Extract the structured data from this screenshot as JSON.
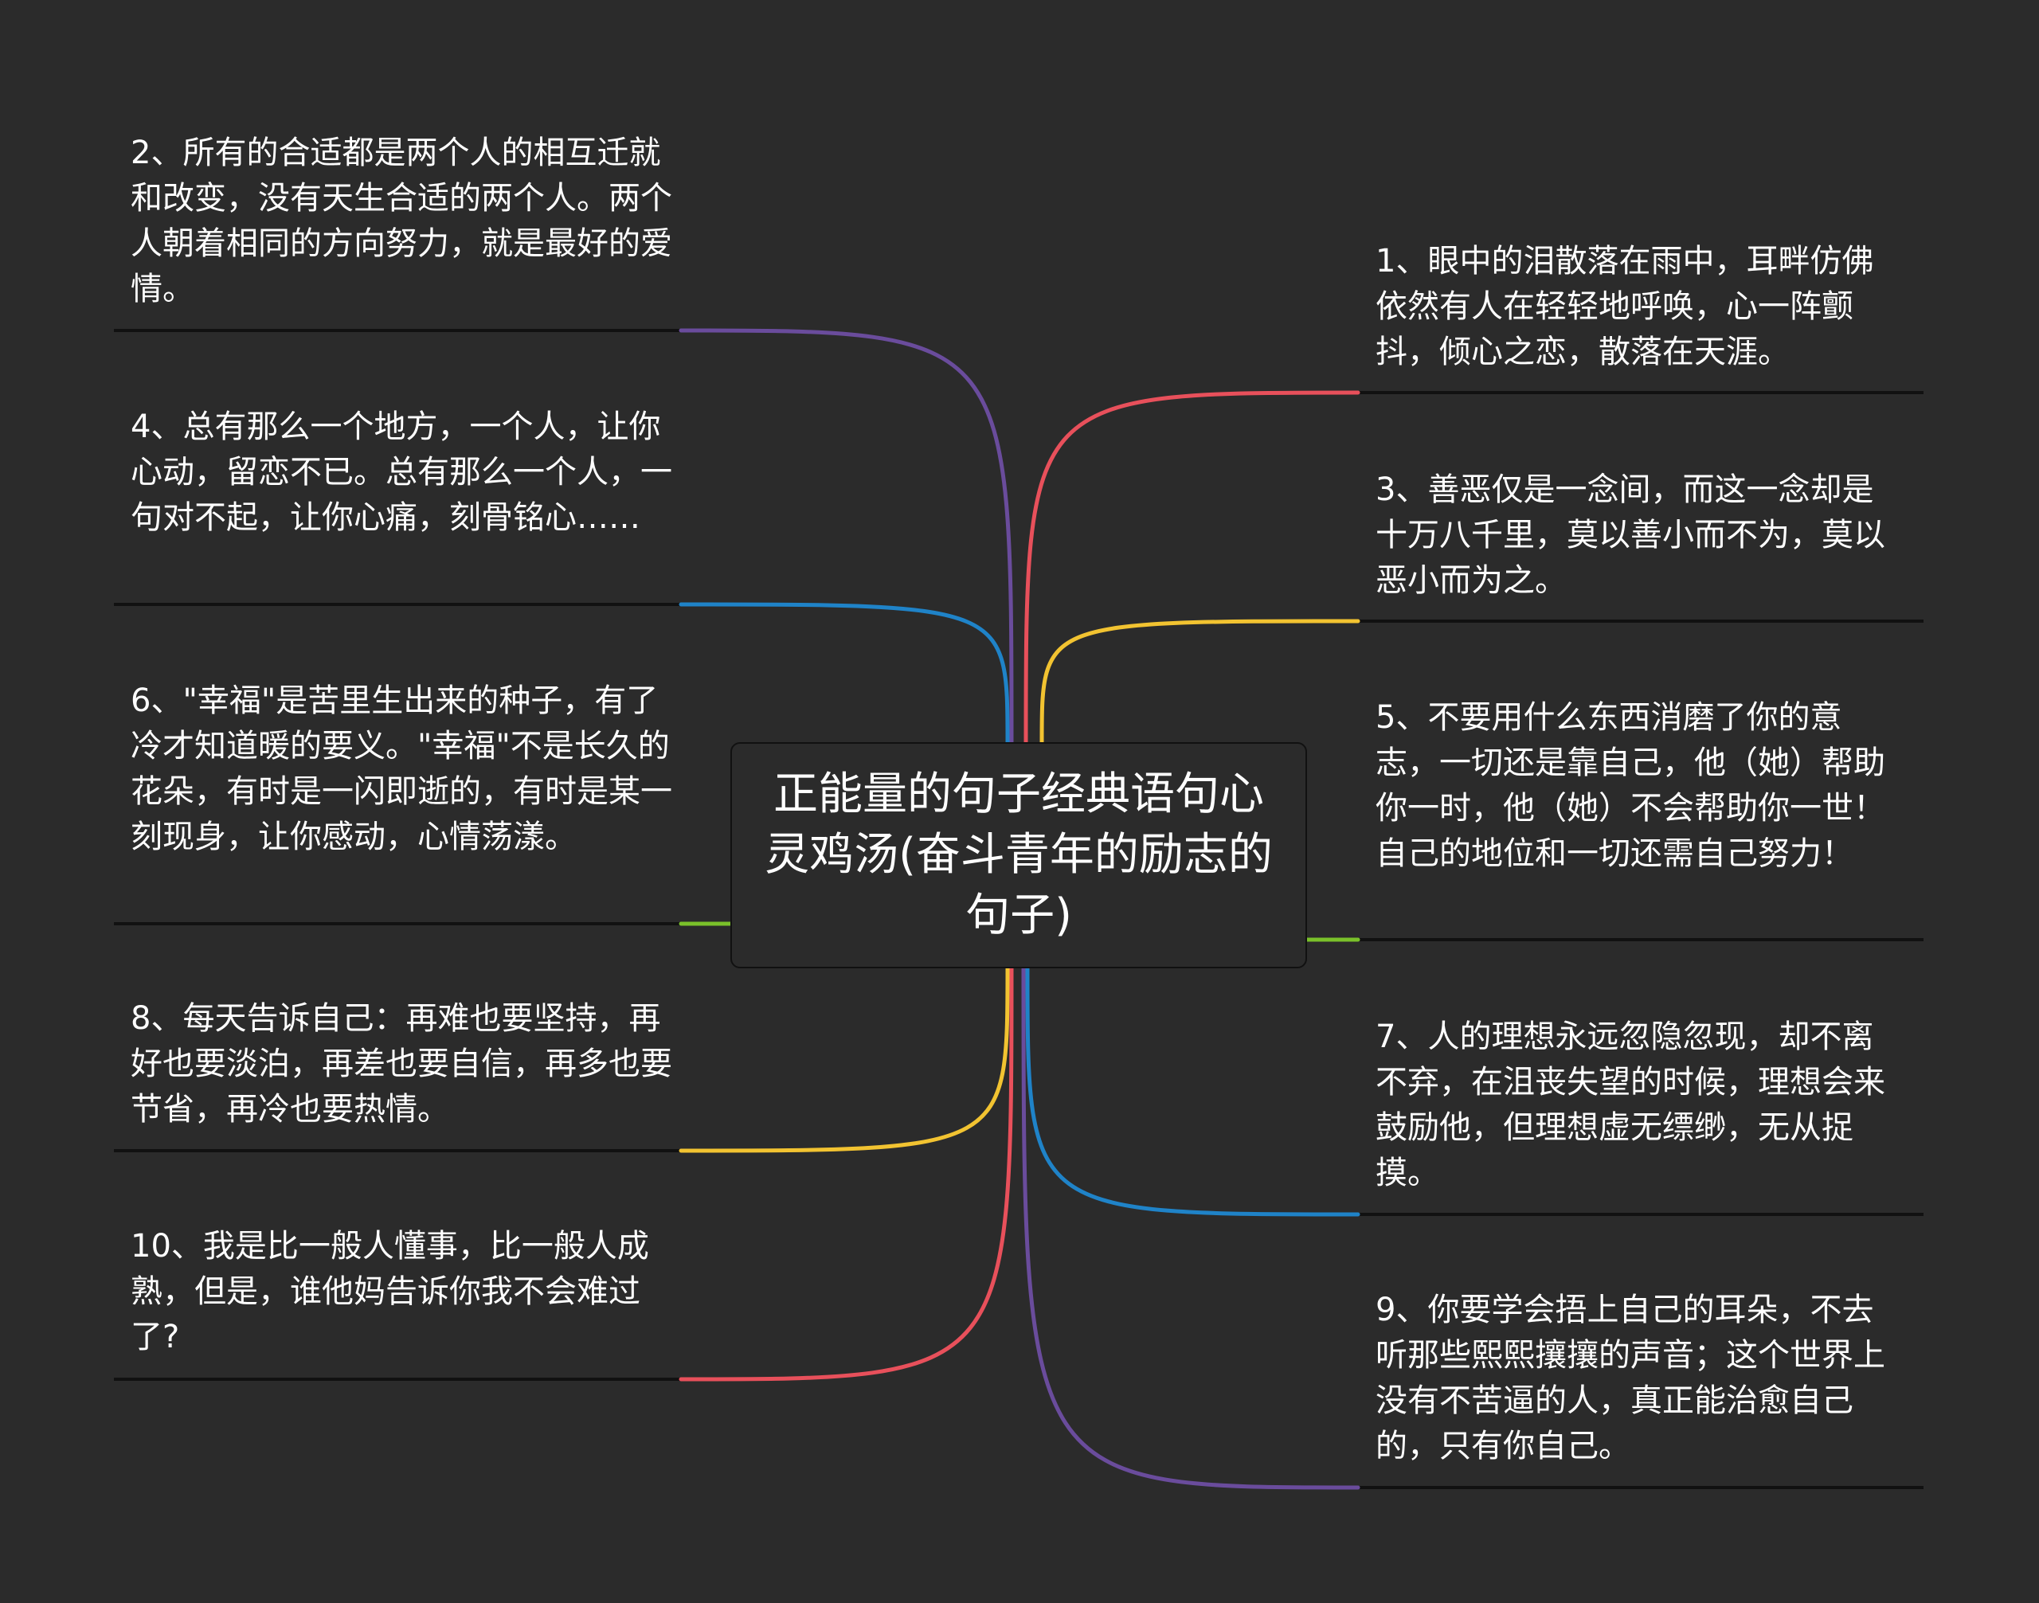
{
  "root": {
    "title": "正能量的句子经典语句心灵鸡汤(奋斗青年的励志的句子)"
  },
  "branches": [
    {
      "id": "b2",
      "side": "left",
      "color": "#6a4c9c",
      "text": "2、所有的合适都是两个人的相互迁就和改变，没有天生合适的两个人。两个人朝着相同的方向努力，就是最好的爱情。"
    },
    {
      "id": "b4",
      "side": "left",
      "color": "#1f83c8",
      "text": "4、总有那么一个地方，一个人，让你心动，留恋不已。总有那么一个人，一句对不起，让你心痛，刻骨铭心……"
    },
    {
      "id": "b6",
      "side": "left",
      "color": "#7ac12a",
      "text": "6、\"幸福\"是苦里生出来的种子，有了冷才知道暖的要义。\"幸福\"不是长久的花朵，有时是一闪即逝的，有时是某一刻现身，让你感动，心情荡漾。"
    },
    {
      "id": "b8",
      "side": "left",
      "color": "#f2c331",
      "text": "8、每天告诉自己：再难也要坚持，再好也要淡泊，再差也要自信，再多也要节省，再冷也要热情。"
    },
    {
      "id": "b10",
      "side": "left",
      "color": "#e8505b",
      "text": "10、我是比一般人懂事，比一般人成熟，但是，谁他妈告诉你我不会难过了?"
    },
    {
      "id": "b1",
      "side": "right",
      "color": "#e8505b",
      "text": "1、眼中的泪散落在雨中，耳畔仿佛依然有人在轻轻地呼唤，心一阵颤抖，倾心之恋，散落在天涯。"
    },
    {
      "id": "b3",
      "side": "right",
      "color": "#f2c331",
      "text": "3、善恶仅是一念间，而这一念却是十万八千里，莫以善小而不为，莫以恶小而为之。"
    },
    {
      "id": "b5",
      "side": "right",
      "color": "#7ac12a",
      "text": "5、不要用什么东西消磨了你的意志，一切还是靠自己，他（她）帮助你一时，他（她）不会帮助你一世！自己的地位和一切还需自己努力！"
    },
    {
      "id": "b7",
      "side": "right",
      "color": "#1f83c8",
      "text": "7、人的理想永远忽隐忽现，却不离不弃，在沮丧失望的时候，理想会来鼓励他，但理想虚无缥缈，无从捉摸。"
    },
    {
      "id": "b9",
      "side": "right",
      "color": "#6a4c9c",
      "text": "9、你要学会捂上自己的耳朵，不去听那些熙熙攘攘的声音；这个世界上没有不苦逼的人，真正能治愈自己的，只有你自己。"
    }
  ]
}
